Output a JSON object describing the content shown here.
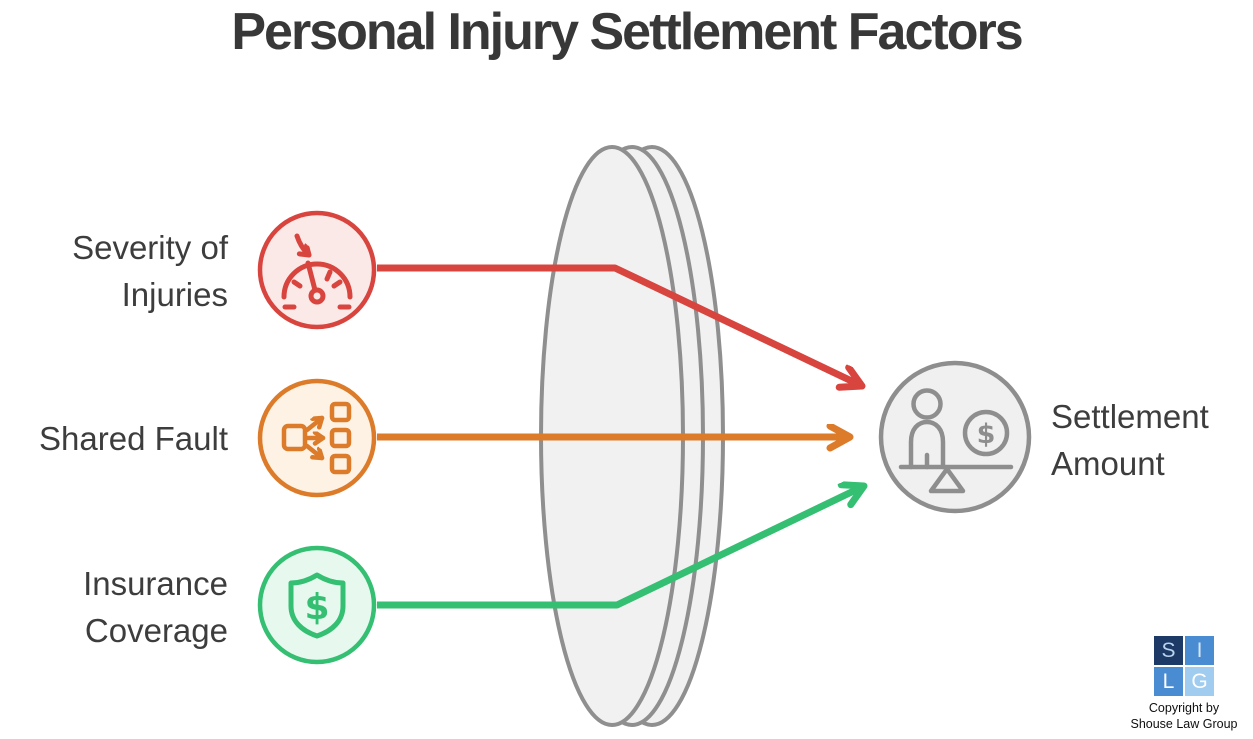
{
  "title": "Personal Injury Settlement Factors",
  "factors": [
    {
      "label": "Severity of Injuries",
      "icon": "gauge-impact-icon",
      "accent_color": "#d8443e",
      "fill_color": "#fbe9e7"
    },
    {
      "label": "Shared Fault",
      "icon": "fault-distribution-icon",
      "accent_color": "#dc7b29",
      "fill_color": "#fdf2e3"
    },
    {
      "label": "Insurance Coverage",
      "icon": "shield-dollar-icon",
      "accent_color": "#34bf72",
      "fill_color": "#e7f9ee"
    }
  ],
  "outcome": {
    "label": "Settlement Amount",
    "icon": "balance-person-money-icon",
    "accent_color": "#8e8e8e",
    "fill_color": "#f0f0f0"
  },
  "lens": {
    "icon": "lens-disc-shape",
    "stroke_color": "#8f8f8f",
    "fill_color": "#f1f1f1"
  },
  "icon_glyphs": {
    "shield_currency": "$",
    "coin_currency": "$"
  },
  "logo": {
    "letters": {
      "s": "S",
      "i": "I",
      "l": "L",
      "g": "G"
    },
    "tile_colors": {
      "s": "#1d3a66",
      "i": "#4a8cd2",
      "l": "#4a8cd2",
      "g": "#9fccef"
    }
  },
  "copyright": {
    "line1": "Copyright by",
    "line2": "Shouse Law Group"
  }
}
